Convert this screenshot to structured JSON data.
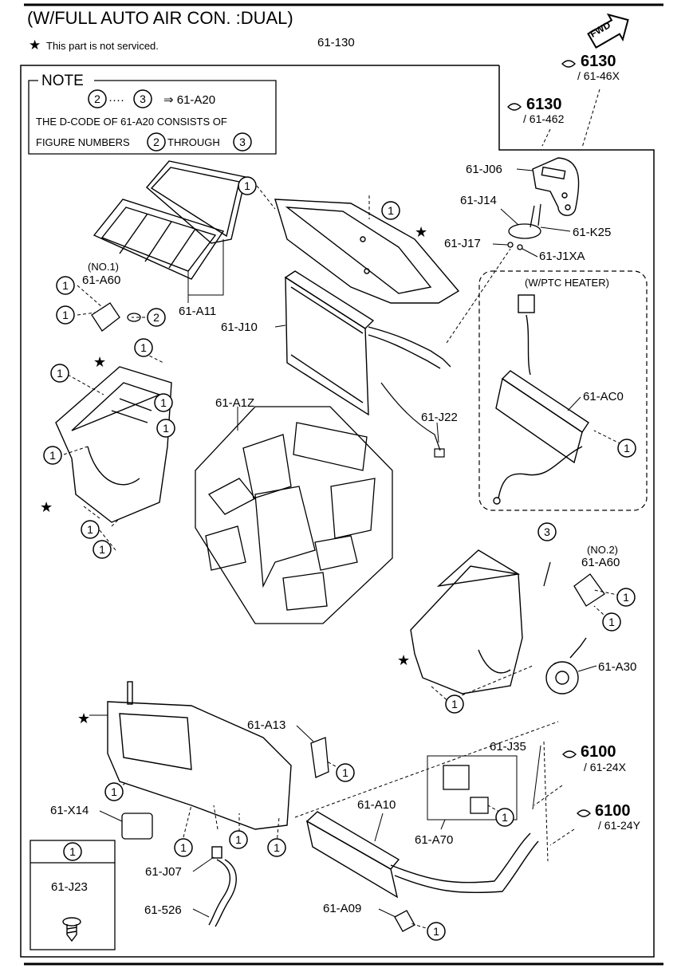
{
  "header": {
    "title": "(W/FULL AUTO AIR CON. :DUAL)",
    "not_serviced_note": "This part is not serviced.",
    "main_code": "61-130"
  },
  "note_box": {
    "title": "NOTE",
    "range_from": "2",
    "range_dots": "····",
    "range_to": "3",
    "range_ref": "⇒ 61-A20",
    "line1": "THE D-CODE OF  61-A20 CONSISTS OF",
    "line2_start": "FIGURE NUMBERS",
    "line2_mid": "THROUGH",
    "num_2": "2",
    "num_3": "3"
  },
  "fwd_label": "FWD",
  "refs": [
    {
      "id": "r6130a",
      "main": "6130",
      "sub": "/ 61-46X"
    },
    {
      "id": "r6130b",
      "main": "6130",
      "sub": "/ 61-462"
    },
    {
      "id": "r6100a",
      "main": "6100",
      "sub": "/ 61-24X"
    },
    {
      "id": "r6100b",
      "main": "6100",
      "sub": "/ 61-24Y"
    }
  ],
  "parts": {
    "a11": "61-A11",
    "a60_no1_tag": "(NO.1)",
    "a60_no1": "61-A60",
    "j10": "61-J10",
    "j06": "61-J06",
    "j14": "61-J14",
    "k25": "61-K25",
    "j17": "61-J17",
    "j1xa": "61-J1XA",
    "ptc_heater": "(W/PTC HEATER)",
    "ac0": "61-AC0",
    "a1z": "61-A1Z",
    "j22": "61-J22",
    "a60_no2_tag": "(NO.2)",
    "a60_no2": "61-A60",
    "a30": "61-A30",
    "a13": "61-A13",
    "j35": "61-J35",
    "a10": "61-A10",
    "a70": "61-A70",
    "x14": "61-X14",
    "j07": "61-J07",
    "p526": "61-526",
    "a09": "61-A09",
    "j23": "61-J23"
  },
  "legend_num": "1",
  "callout_nums": [
    "1",
    "1",
    "1",
    "1",
    "2",
    "1",
    "1",
    "1",
    "1",
    "1",
    "1",
    "1",
    "1",
    "1",
    "1",
    "3",
    "1",
    "1",
    "1",
    "1",
    "1",
    "1",
    "1",
    "1",
    "1",
    "1",
    "1"
  ]
}
